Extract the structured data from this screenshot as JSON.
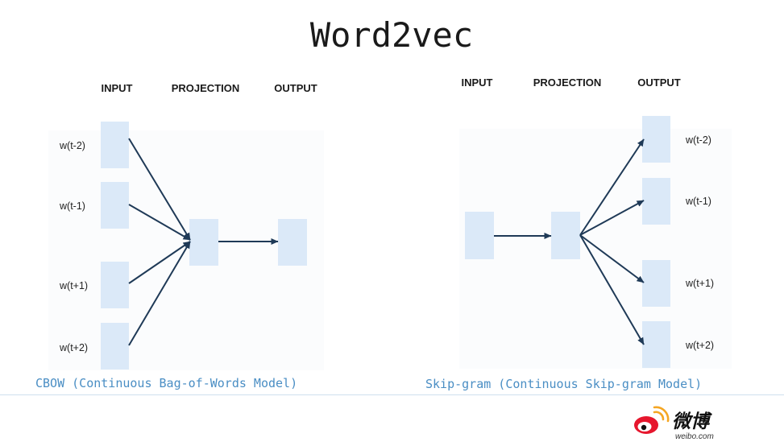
{
  "title": "Word2vec",
  "cbow": {
    "headers": {
      "input": "INPUT",
      "projection": "PROJECTION",
      "output": "OUTPUT"
    },
    "context_words": [
      "w(t-2)",
      "w(t-1)",
      "w(t+1)",
      "w(t+2)"
    ],
    "caption": "CBOW (Continuous Bag-of-Words Model)"
  },
  "skipgram": {
    "headers": {
      "input": "INPUT",
      "projection": "PROJECTION",
      "output": "OUTPUT"
    },
    "context_words": [
      "w(t-2)",
      "w(t-1)",
      "w(t+1)",
      "w(t+2)"
    ],
    "caption": "Skip-gram (Continuous Skip-gram Model)"
  },
  "watermark": {
    "brand": "微博",
    "url": "weibo.com",
    "icon": "weibo-logo-icon"
  },
  "colors": {
    "node": "#dbe9f8",
    "arrow": "#1f3a57",
    "caption": "#4a8ec4",
    "divider": "#cfe0ee"
  }
}
